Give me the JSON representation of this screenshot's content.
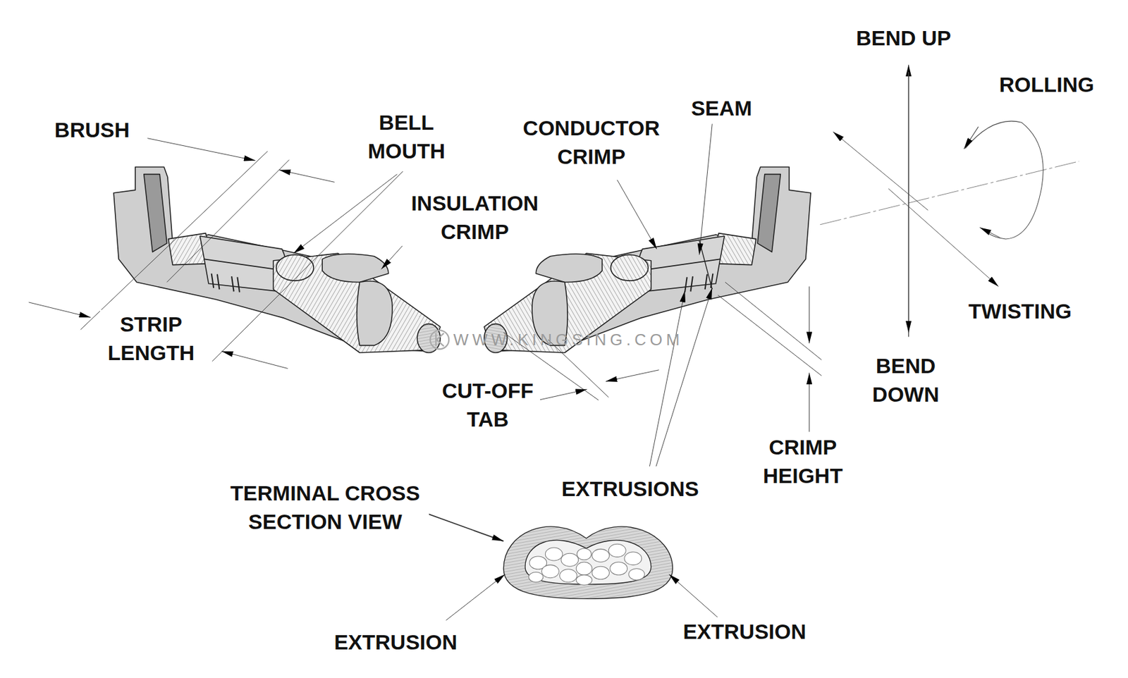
{
  "diagram": {
    "labels": [
      "BRUSH",
      "BELL MOUTH",
      "INSULATION CRIMP",
      "STRIP LENGTH",
      "CONDUCTOR CRIMP",
      "SEAM",
      "CUT-OFF TAB",
      "EXTRUSIONS",
      "CRIMP HEIGHT",
      "BEND UP",
      "ROLLING",
      "TWISTING",
      "BEND DOWN",
      "TERMINAL CROSS SECTION VIEW",
      "EXTRUSION",
      "EXTRUSION",
      "WWW.KINGSING.COM"
    ]
  }
}
